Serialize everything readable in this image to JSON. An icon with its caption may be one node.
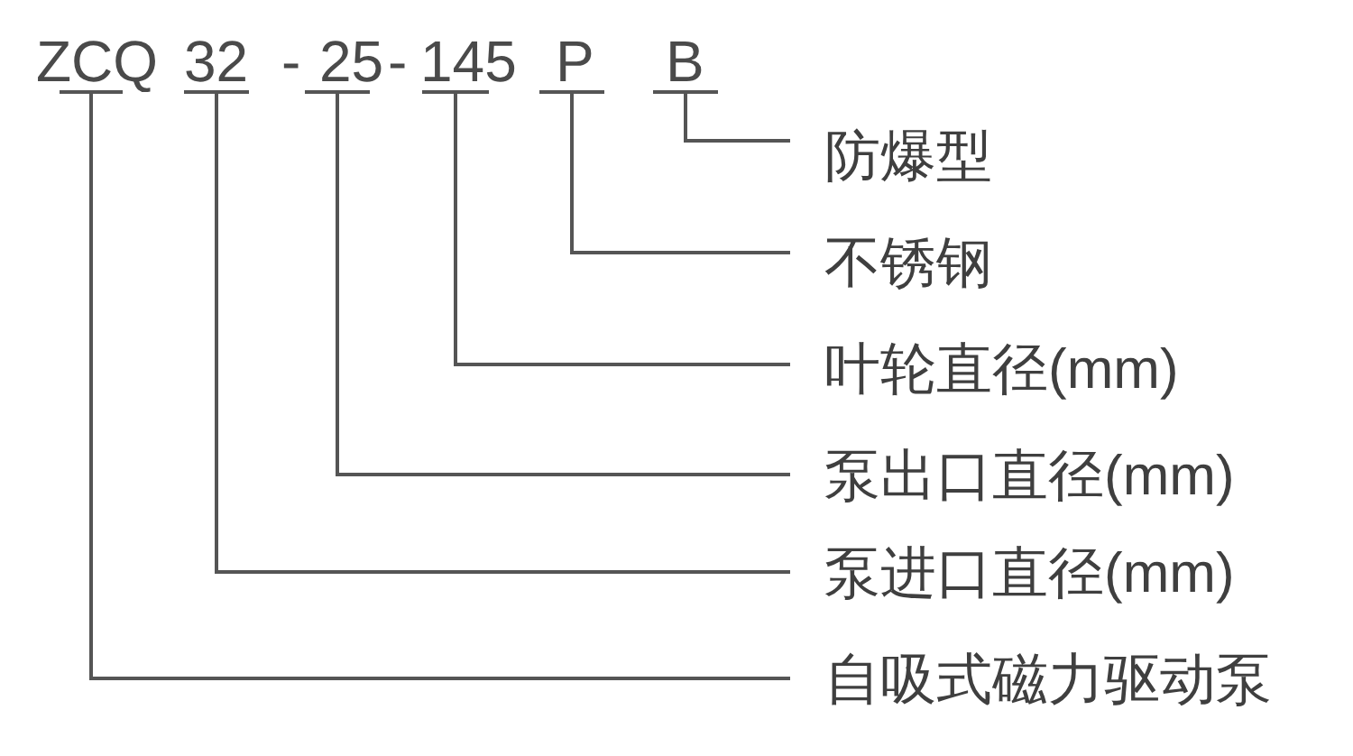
{
  "diagram": {
    "nodes": [
      {
        "text": [
          "ZCQ"
        ]
      },
      {
        "text": [
          "32"
        ]
      },
      {
        "text": [
          "25"
        ]
      },
      {
        "text": [
          "145"
        ]
      },
      {
        "text": [
          "P"
        ]
      },
      {
        "text": [
          "B"
        ]
      },
      {
        "text": [
          "防爆型"
        ]
      },
      {
        "text": [
          "不锈钢"
        ]
      },
      {
        "text": [
          "叶轮直径(mm)"
        ]
      },
      {
        "text": [
          "泵出口直径(mm)"
        ]
      },
      {
        "text": [
          "泵进口直径(mm)"
        ]
      },
      {
        "text": [
          "自吸式磁力驱动泵"
        ]
      }
    ],
    "edges": [
      {
        "from": 5,
        "to": 6,
        "arrow": "none"
      },
      {
        "from": 4,
        "to": 7,
        "arrow": "none"
      },
      {
        "from": 3,
        "to": 8,
        "arrow": "none"
      },
      {
        "from": 2,
        "to": 9,
        "arrow": "none"
      },
      {
        "from": 1,
        "to": 10,
        "arrow": "none"
      },
      {
        "from": 0,
        "to": 11,
        "arrow": "none"
      }
    ],
    "labels": [
      "-",
      "-"
    ]
  }
}
